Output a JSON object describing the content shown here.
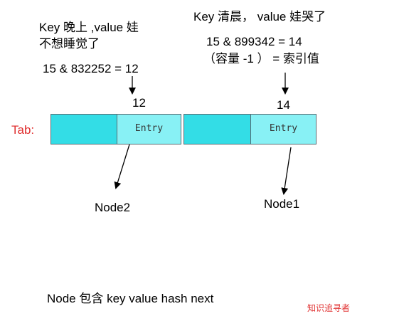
{
  "key1": {
    "line1": "Key  晚上 ,value  娃",
    "line2": "不想睡觉了",
    "calc": "15 & 832252 = 12"
  },
  "key2": {
    "line1": "Key  清晨，  value  娃哭了",
    "calc": "15 & 899342 = 14",
    "note": "（容量  -1 ）  =  索引值"
  },
  "index1": "12",
  "index2": "14",
  "tab_label": "Tab:",
  "tab_cells": [
    {
      "label": "",
      "type": "bucket"
    },
    {
      "label": "Entry",
      "type": "entry"
    },
    {
      "label": "",
      "type": "bucket"
    },
    {
      "label": "Entry",
      "type": "entry"
    }
  ],
  "node2_label": "Node2",
  "node1_label": "Node1",
  "footer_text": "Node 包含   key value hash next",
  "watermark": "知识追寻者",
  "colors": {
    "bucket": "#33dde6",
    "entry": "#88f1f5",
    "tab_label": "#e03030",
    "watermark": "#e03030"
  }
}
